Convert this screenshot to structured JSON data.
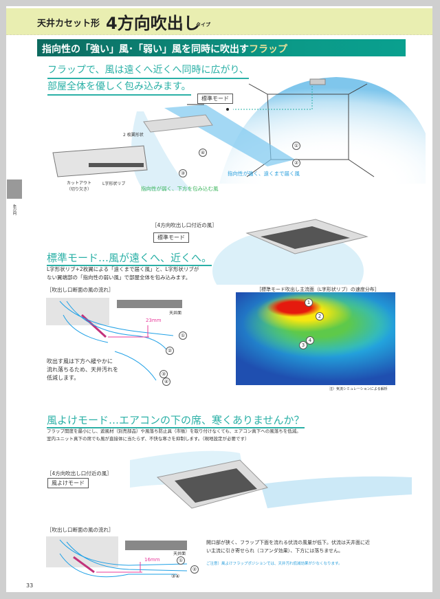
{
  "header": {
    "prefix": "天井カセット形",
    "title": "4方向吹出し",
    "suffix": "タイプ"
  },
  "banner": {
    "text": "指向性の「強い」風･「弱い」風を同時に吹出す",
    "accent": "フラップ"
  },
  "intro": {
    "line1": "フラップで、風は遠くへ近くへ同時に広がり、",
    "line2": "部屋全体を優しく包み込みます。"
  },
  "hero": {
    "mode_label": "標準モード",
    "blade_label": "2 枚翼形状",
    "cutout_label": "カットアウト",
    "cutout_sub": "（切り欠き）",
    "rib_label": "L字形状リブ",
    "strong_wind": "指向性が強く、遠くまで届く風",
    "weak_wind": "指向性が弱く、下方を包み込む風",
    "markers": [
      "①",
      "②",
      "③",
      "④"
    ]
  },
  "side_tab": {
    "text": "4方向"
  },
  "standard": {
    "near_label": "［4方向吹出し口付近の風］",
    "mode_box": "標準モード",
    "heading": "標準モード…風が遠くへ、近くへ。",
    "desc1": "L字形状リブ+2枚翼による「遠くまで届く風」と、L字形状リブが",
    "desc2": "ない翼端部の「指向性の弱い風」で部屋全体を包み込みます。",
    "section_label": "［吹出し口断面の風の流れ］",
    "ceiling": "天井面",
    "gap": "23mm",
    "note1": "吹出す風は下方へ緩やかに",
    "note2": "流れ落ちるため、天井汚れを",
    "note3": "低減します。",
    "markers": [
      "①",
      "②",
      "③",
      "④"
    ]
  },
  "heatmap": {
    "title": "［標準モード吹出し主流面（L字形状リブ）の速度分布］",
    "footnote": "注）気流シミュレーションによる解析",
    "markers": [
      "1",
      "2",
      "3",
      "4"
    ],
    "colors": {
      "high": "#e51a0e",
      "mid": "#f6e711",
      "low": "#24b5e6",
      "base": "#1f4fb0"
    }
  },
  "windguard": {
    "heading": "風よけモード…エアコンの下の席、寒くありませんか？",
    "desc1": "フラップ開度を最小にし、遮風材（別売部品）や風落ち防止具（市販）を取り付けなくても、エアコン真下への風落ちを低減。",
    "desc2": "室内ユニット真下の席でも風が直接体に当たらず、不快な寒さを抑制します。（現地設定が必要です）",
    "near_label": "［4方向吹出し口付近の風］",
    "mode_box": "風よけモード",
    "section_label": "［吹出し口断面の風の流れ］",
    "ceiling": "天井面",
    "gap": "16mm",
    "markers": [
      "①",
      "②",
      "③④"
    ],
    "explain1": "開口部が狭く、フラップ下面を流れる伏流の風量が低下。伏流は天井面に近",
    "explain2": "い主流に引き寄せられ（コアンダ効果）、下方には落ちません。",
    "caution": "ご注意）風よけフラップポジションでは、天井汚れ低減効果が少なくなります。"
  },
  "page_number": "33"
}
